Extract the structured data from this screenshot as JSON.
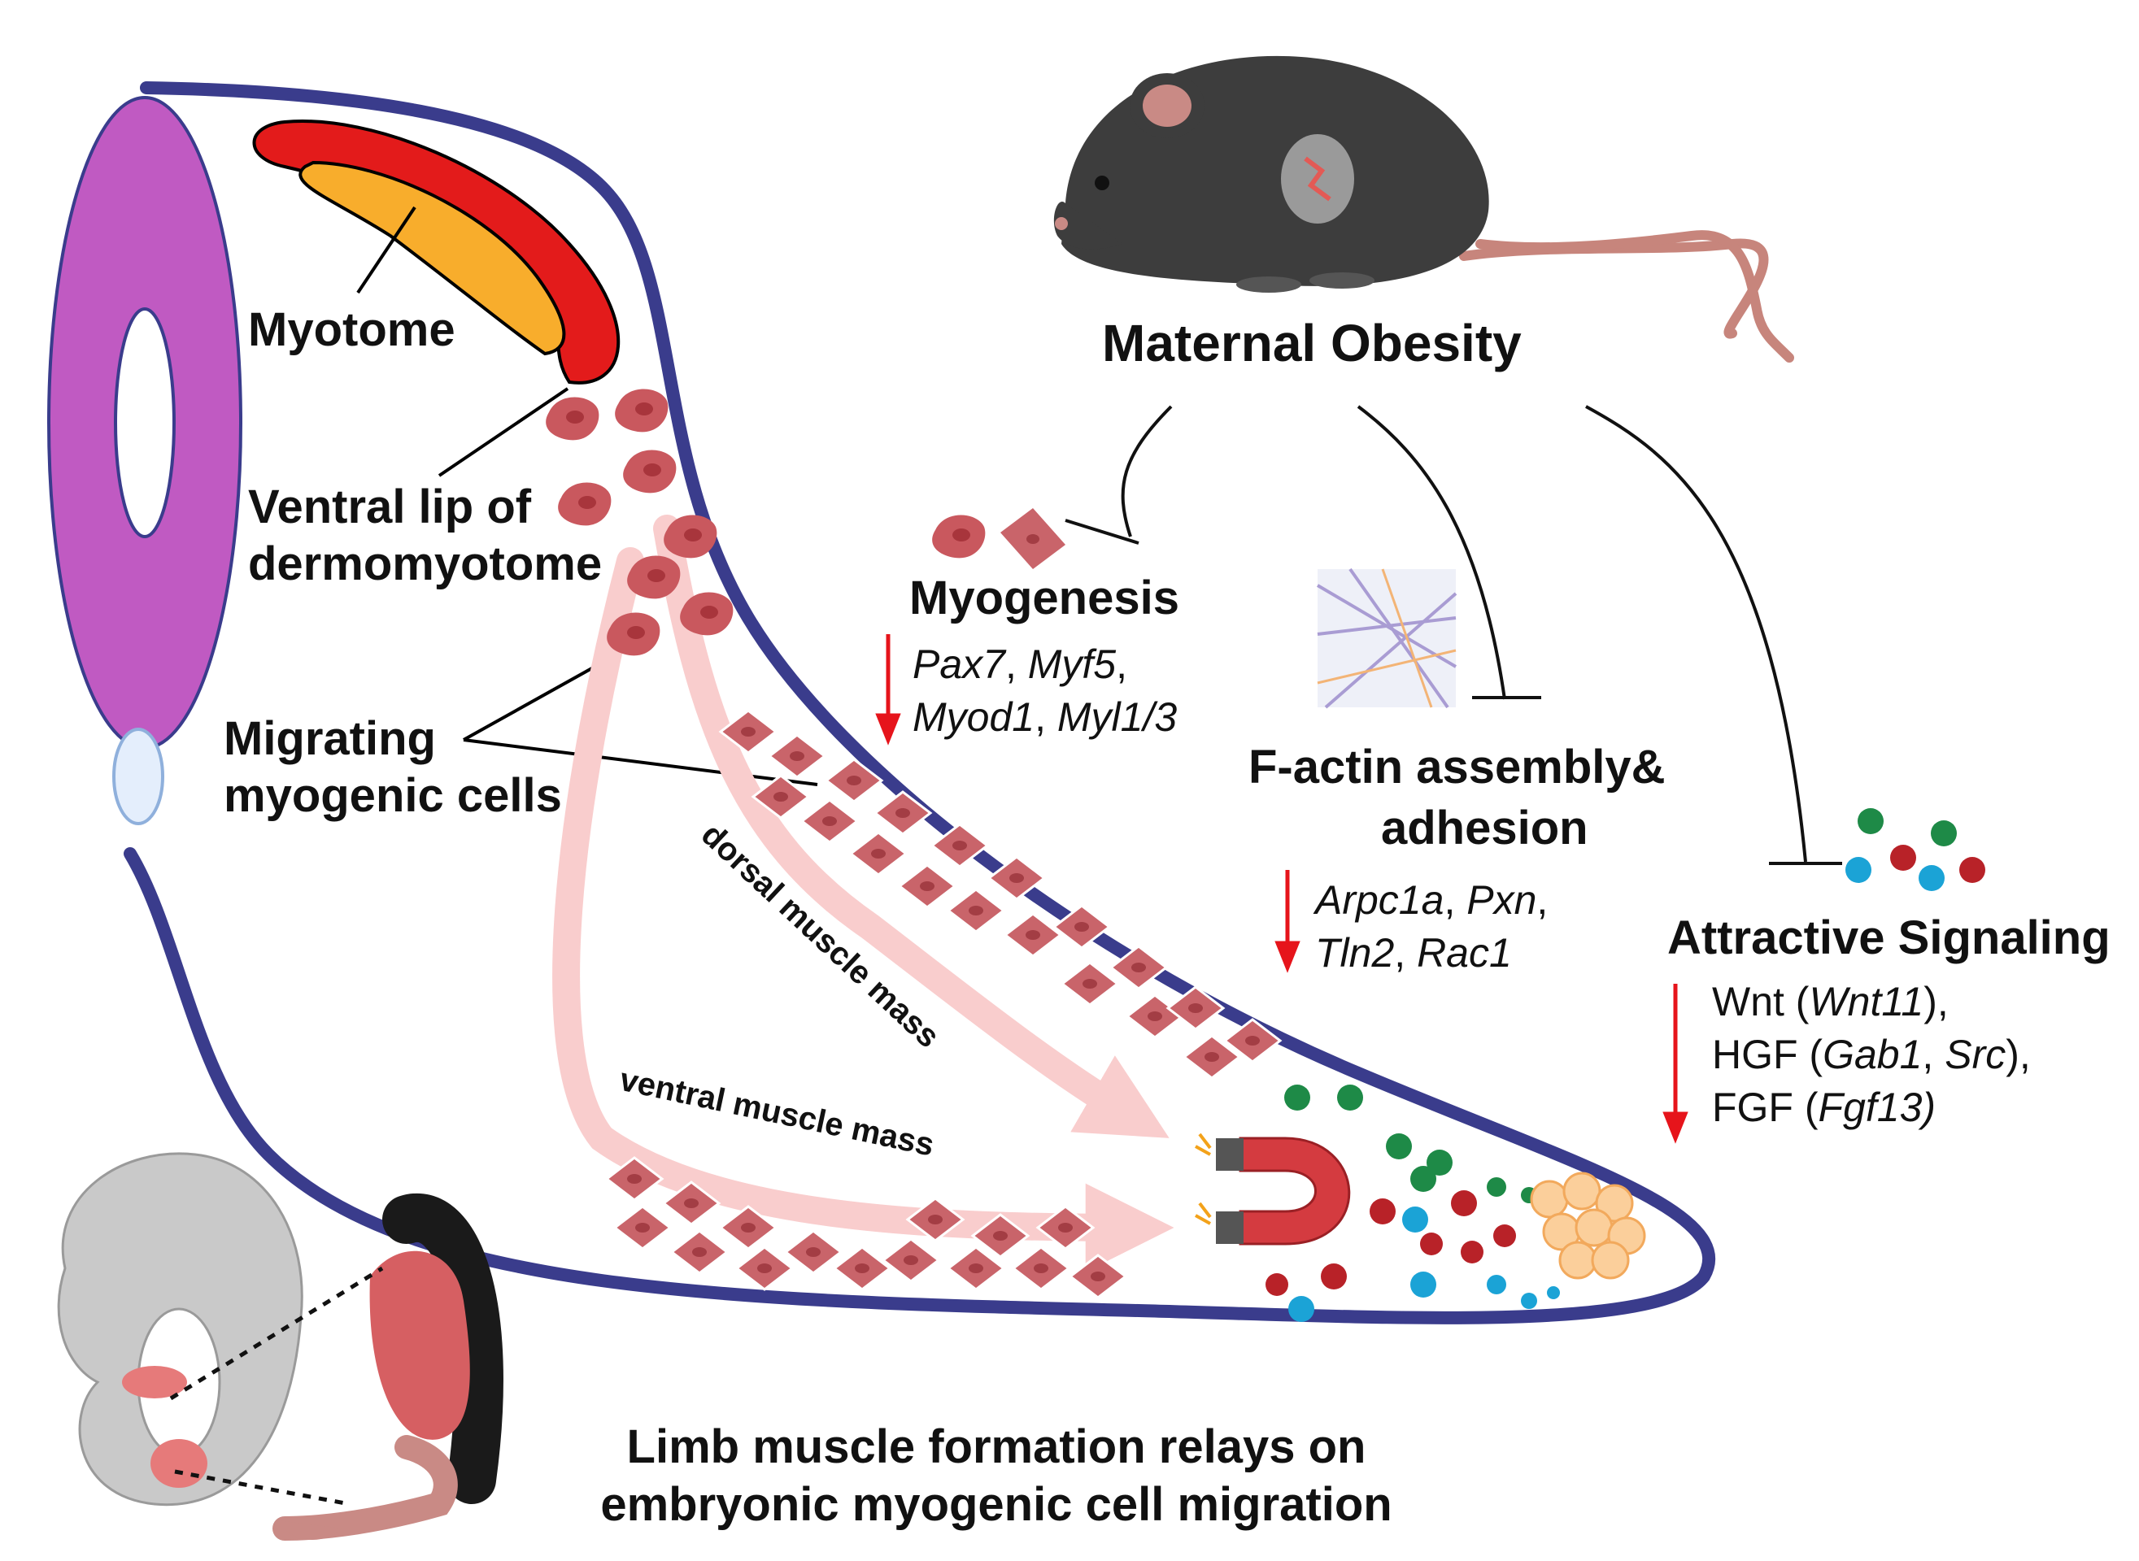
{
  "labels": {
    "myotome": "Myotome",
    "ventral_lip_line1": "Ventral lip of",
    "ventral_lip_line2": "dermomyotome",
    "migrating_line1": "Migrating",
    "migrating_line2": "myogenic cells",
    "dorsal_mass": "dorsal muscle mass",
    "ventral_mass": "ventral muscle mass",
    "maternal_obesity": "Maternal Obesity",
    "myogenesis": "Myogenesis",
    "factin_line1": "F-actin assembly&",
    "factin_line2": "adhesion",
    "attractive": "Attractive Signaling"
  },
  "genes": {
    "myogenesis": [
      {
        "parts": [
          {
            "t": "Pax7",
            "i": true
          },
          {
            "t": ", ",
            "i": false
          },
          {
            "t": "Myf5",
            "i": true
          },
          {
            "t": ",",
            "i": false
          }
        ]
      },
      {
        "parts": [
          {
            "t": "Myod1",
            "i": true
          },
          {
            "t": ", ",
            "i": false
          },
          {
            "t": "Myl1/3",
            "i": true
          }
        ]
      }
    ],
    "factin": [
      {
        "parts": [
          {
            "t": "Arpc1a",
            "i": true
          },
          {
            "t": ", ",
            "i": false
          },
          {
            "t": "Pxn",
            "i": true
          },
          {
            "t": ",",
            "i": false
          }
        ]
      },
      {
        "parts": [
          {
            "t": "Tln2",
            "i": true
          },
          {
            "t": ", ",
            "i": false
          },
          {
            "t": "Rac1",
            "i": true
          }
        ]
      }
    ],
    "attractive": [
      {
        "parts": [
          {
            "t": "Wnt (",
            "i": false
          },
          {
            "t": "Wnt11",
            "i": true
          },
          {
            "t": "),",
            "i": false
          }
        ]
      },
      {
        "parts": [
          {
            "t": "HGF (",
            "i": false
          },
          {
            "t": "Gab1",
            "i": true
          },
          {
            "t": ", ",
            "i": false
          },
          {
            "t": "Src",
            "i": true
          },
          {
            "t": "),",
            "i": false
          }
        ]
      },
      {
        "parts": [
          {
            "t": "FGF (",
            "i": false
          },
          {
            "t": "Fgf13)",
            "i": true
          }
        ]
      }
    ]
  },
  "footer": {
    "line1": "Limb muscle formation relays on",
    "line2": "embryonic myogenic cell migration"
  },
  "colors": {
    "outline_navy": "#3a3c8c",
    "neural_tube": "#c05ac2",
    "myotome_red": "#e31b1b",
    "myotome_orange": "#f8ad2c",
    "cell": "#c9585e",
    "arrow_pink": "#f9cdcd",
    "down_arrow": "#e6141b",
    "dot_green": "#1e8a47",
    "dot_red": "#b82228",
    "dot_blue": "#1ba3d6",
    "mouse": "#3d3d3d",
    "tail": "#c7857c"
  },
  "icons": [
    "mouse-icon",
    "magnet-icon",
    "cytoskeleton-icon",
    "embryo-icon",
    "limb-muscle-icon",
    "tissue-cluster-icon"
  ]
}
